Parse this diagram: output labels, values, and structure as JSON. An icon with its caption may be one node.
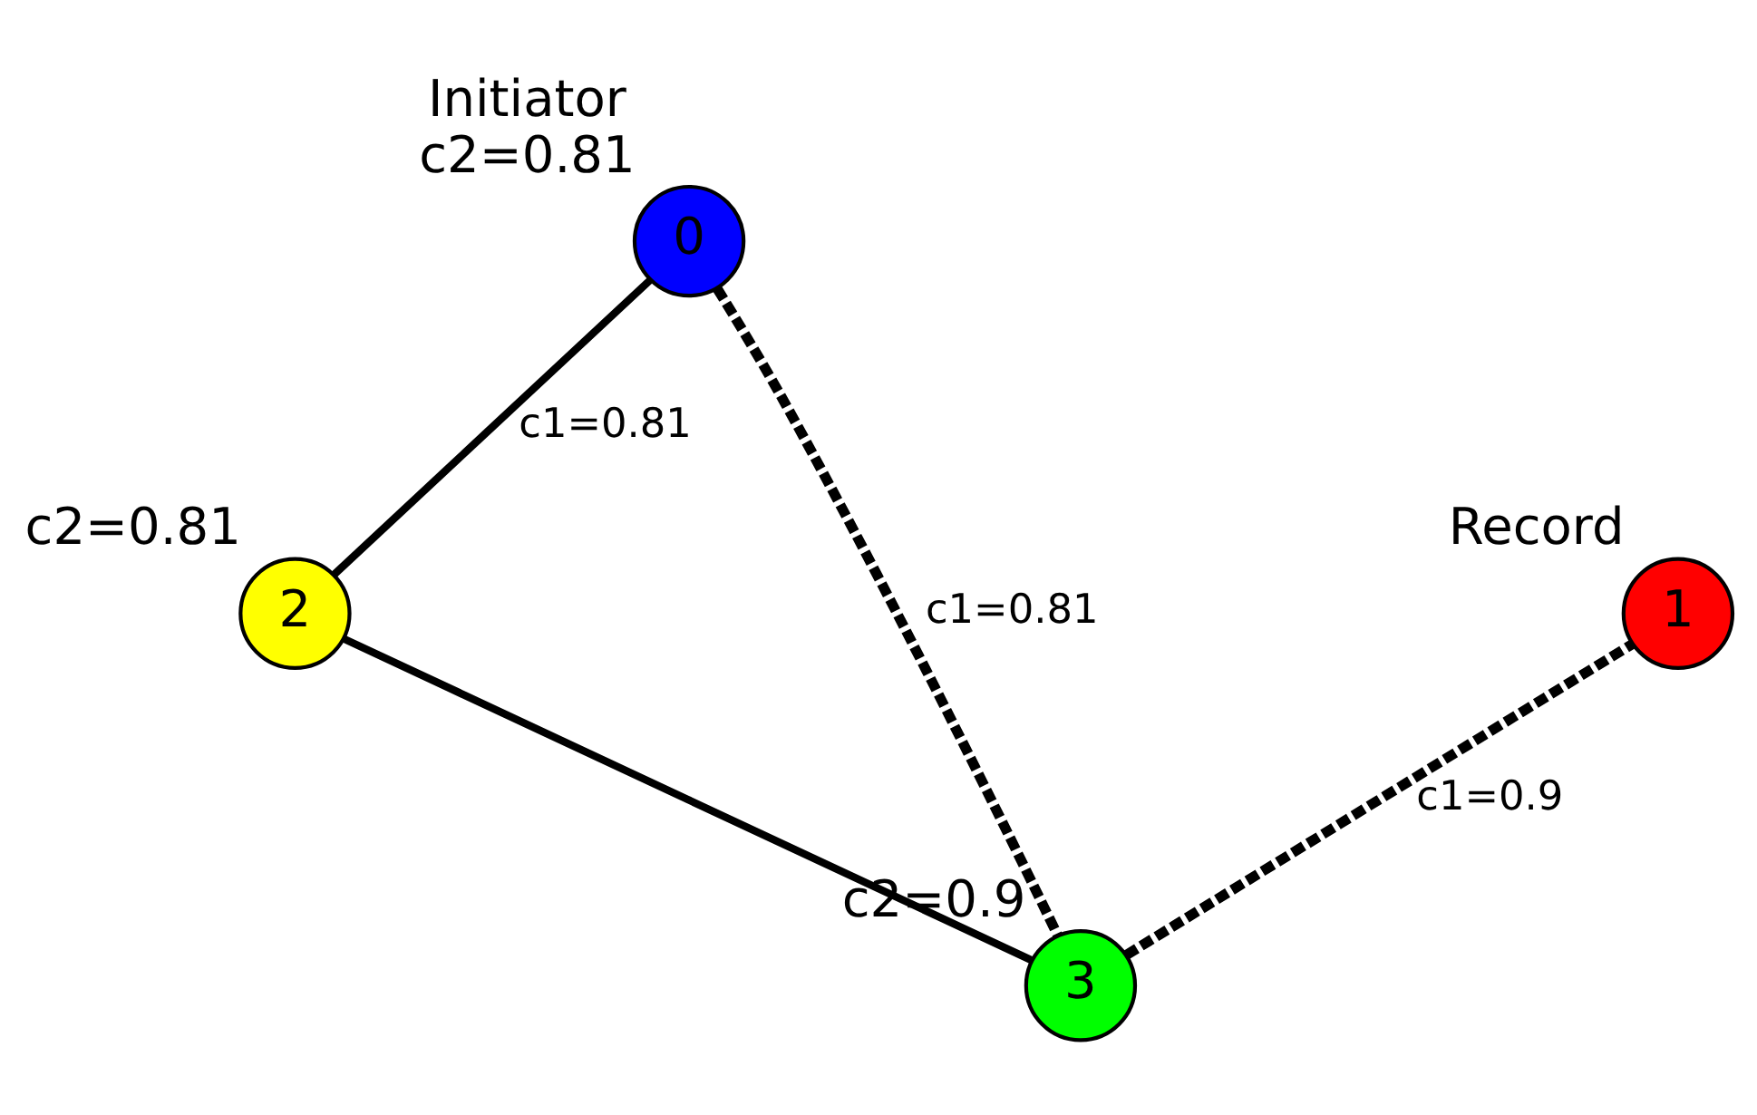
{
  "diagram": {
    "nodes": [
      {
        "text": [
          "0"
        ],
        "beside": [
          "Initiator",
          "c2=0.81"
        ]
      },
      {
        "text": [
          "1"
        ],
        "beside": [
          "Record"
        ]
      },
      {
        "text": [
          "2"
        ],
        "beside": [
          "c2=0.81"
        ]
      },
      {
        "text": [
          "3"
        ],
        "beside": [
          "c2=0.9"
        ]
      }
    ],
    "edges": [
      {
        "from": 0,
        "to": 2,
        "arrow": "none",
        "label": "c1=0.81"
      },
      {
        "from": 2,
        "to": 3,
        "arrow": "none"
      },
      {
        "from": 0,
        "to": 3,
        "arrow": "none",
        "style": "dashed",
        "label": "c1=0.81"
      },
      {
        "from": 3,
        "to": 1,
        "arrow": "none",
        "style": "dashed",
        "label": "c1=0.9"
      }
    ]
  }
}
